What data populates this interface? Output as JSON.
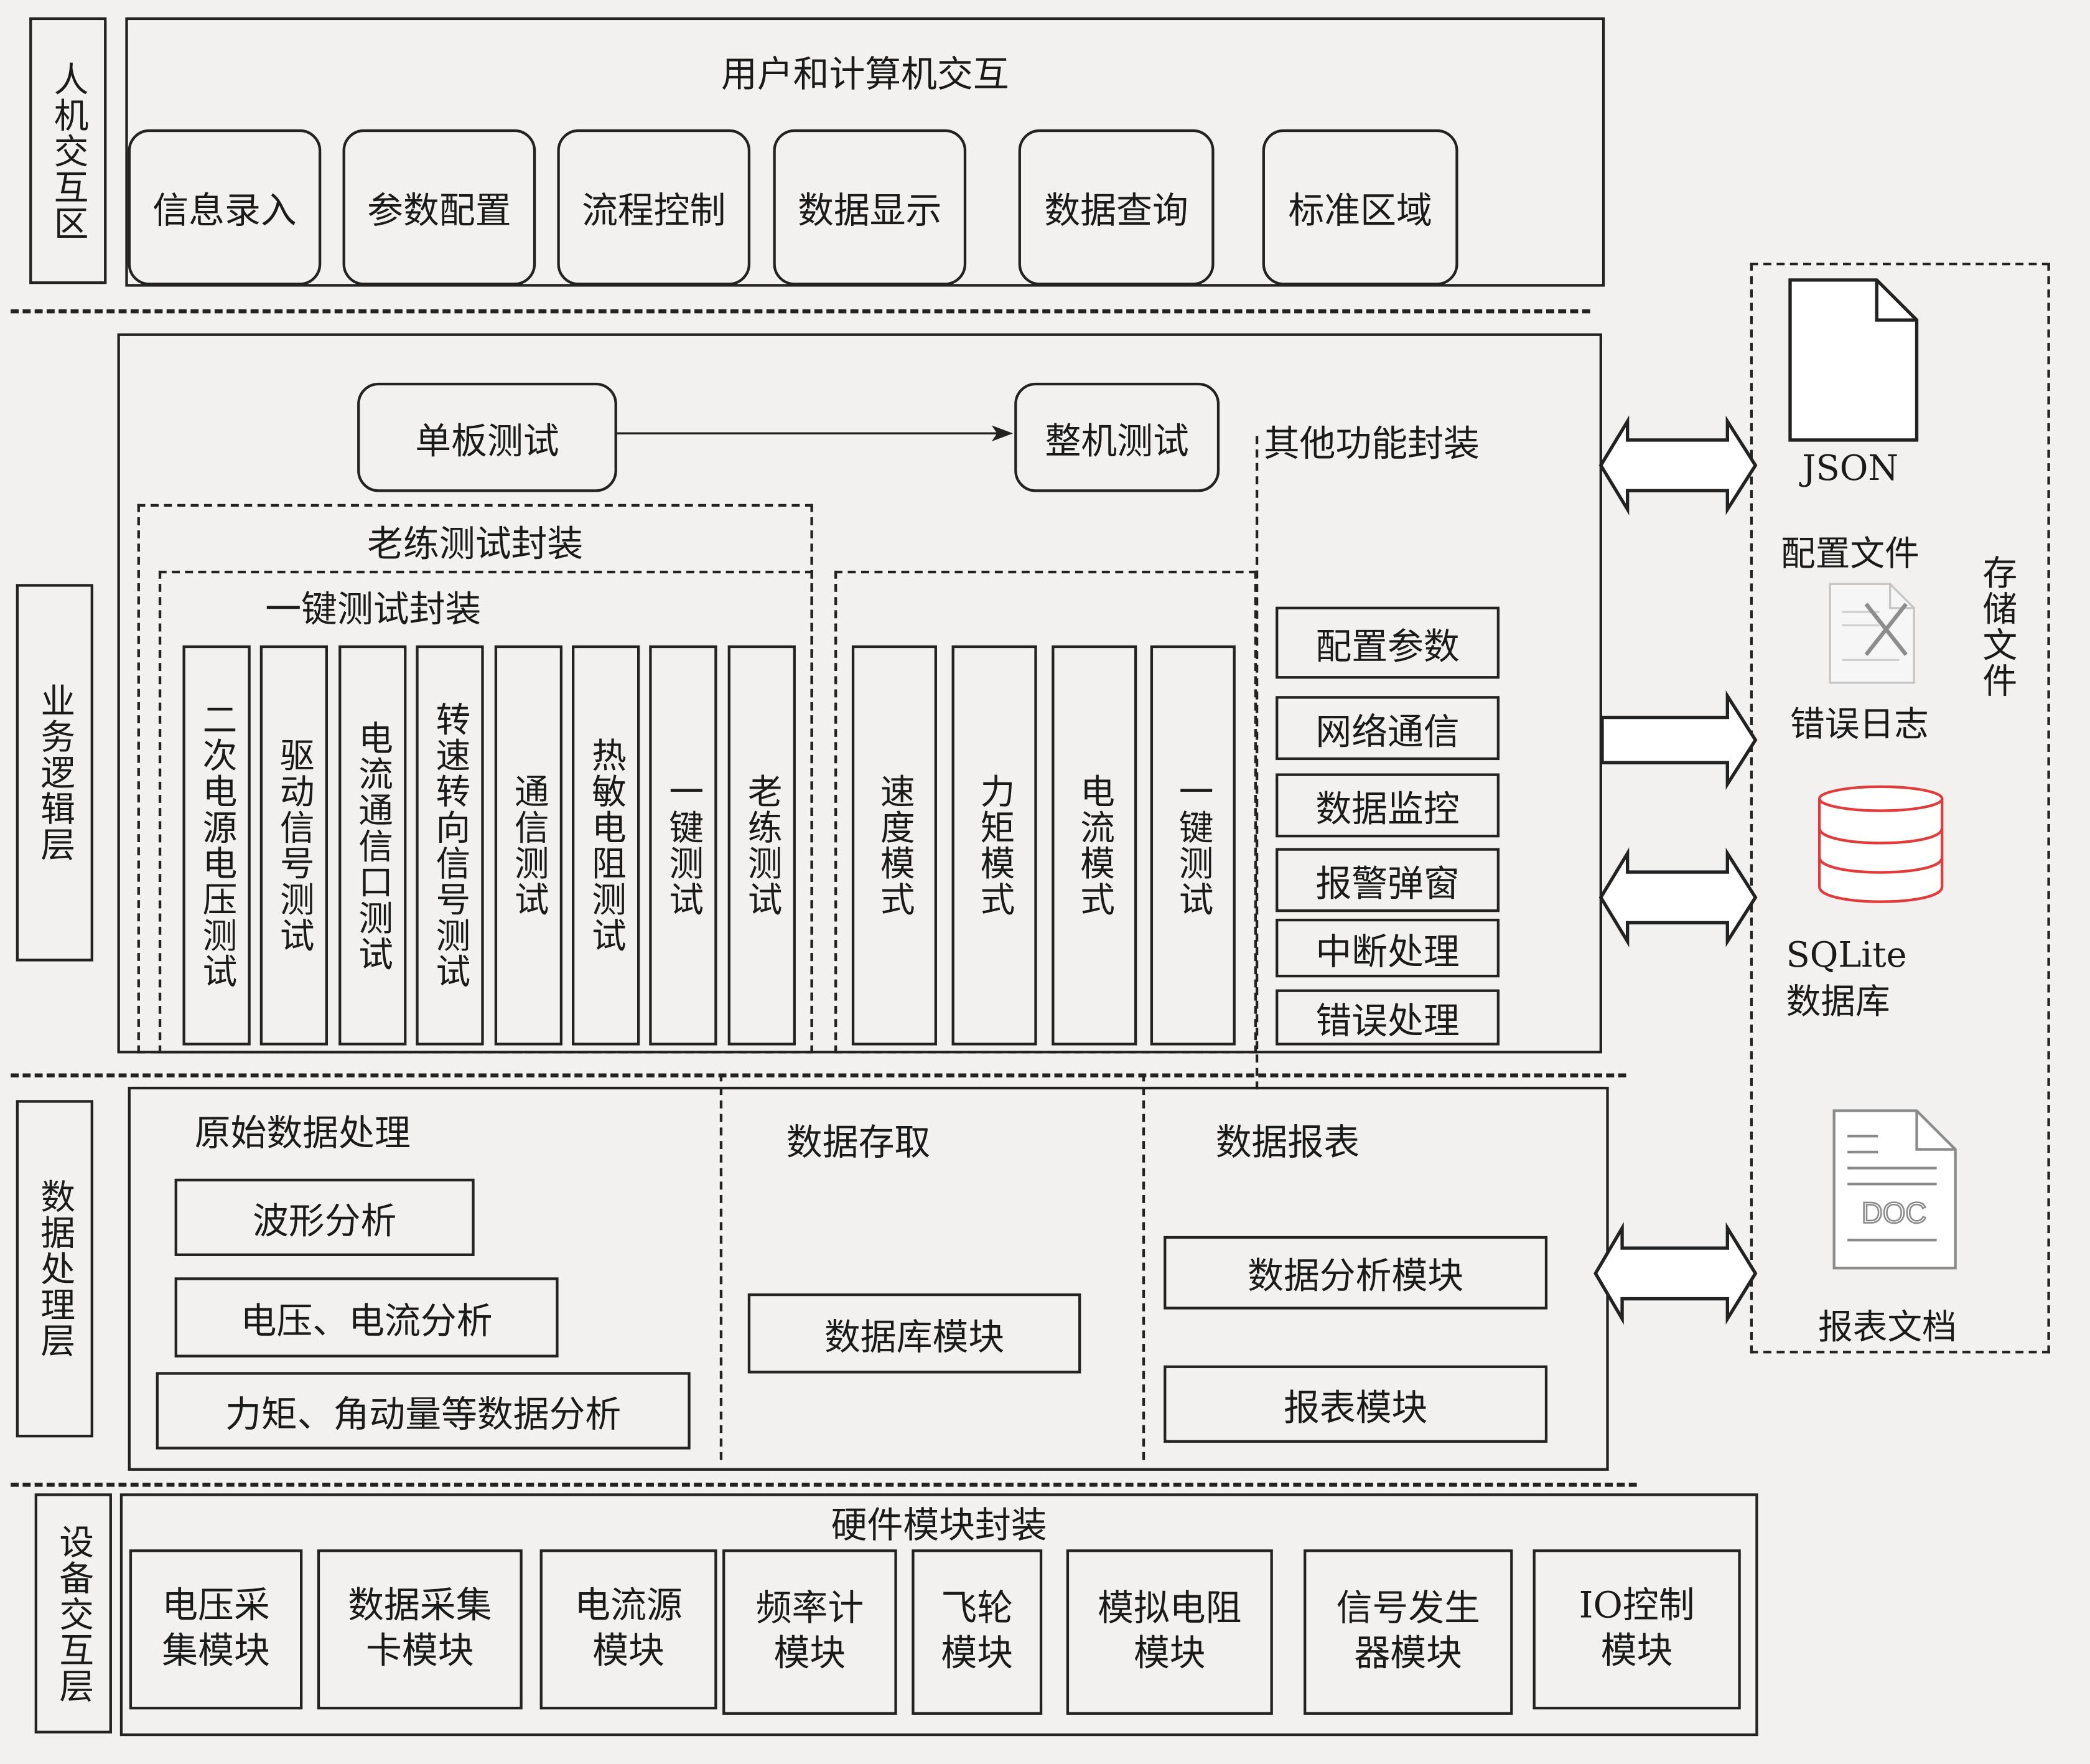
{
  "hci": {
    "label": "人机交互区",
    "title": "用户和计算机交互",
    "buttons": [
      "信息录入",
      "参数配置",
      "流程控制",
      "数据显示",
      "数据查询",
      "标准区域"
    ]
  },
  "business": {
    "label": "业务逻辑层",
    "single_board": "单板测试",
    "whole_machine": "整机测试",
    "other_functions": "其他功能封装",
    "legacy_pkg": "老练测试封装",
    "onekey_pkg": "一键测试封装",
    "onekey_items": [
      "二次电源电压测试",
      "驱动信号测试",
      "电流通信口测试",
      "转速转向信号测试",
      "通信测试",
      "热敏电阻测试",
      "一键测试",
      "老练测试"
    ],
    "whole_items": [
      "速度模式",
      "力矩模式",
      "电流模式",
      "一键测试"
    ],
    "other_items": [
      "配置参数",
      "网络通信",
      "数据监控",
      "报警弹窗",
      "中断处理",
      "错误处理"
    ]
  },
  "data_layer": {
    "label": "数据处理层",
    "raw_title": "原始数据处理",
    "raw_items": [
      "波形分析",
      "电压、电流分析",
      "力矩、角动量等数据分析"
    ],
    "access_title": "数据存取",
    "db_module": "数据库模块",
    "report_title": "数据报表",
    "analysis_module": "数据分析模块",
    "report_module": "报表模块"
  },
  "device_layer": {
    "label": "设备交互层",
    "title": "硬件模块封装",
    "modules": [
      "电压采\n集模块",
      "数据采集\n卡模块",
      "电流源\n模块",
      "频率计\n模块",
      "飞轮\n模块",
      "模拟电阻\n模块",
      "信号发生\n器模块",
      "IO控制\n模块"
    ]
  },
  "storage": {
    "label": "存储文件",
    "json": "JSON",
    "config": "配置文件",
    "errlog": "错误日志",
    "sqlite_1": "SQLite",
    "sqlite_2": "数据库",
    "doc_badge": "DOC",
    "report_doc": "报表文档"
  },
  "colors": {
    "db_red": "#e23b3b",
    "background": "#f2f1f0",
    "stroke": "#222222"
  }
}
